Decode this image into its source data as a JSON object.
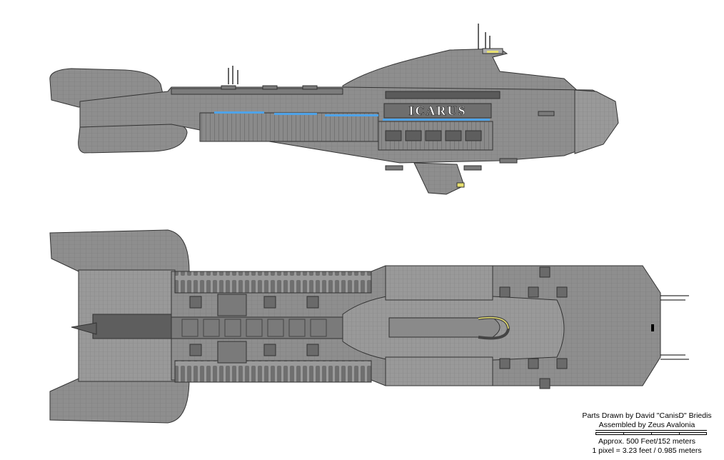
{
  "ship": {
    "name": "ICARUS",
    "hull_color": "#8c8c8c",
    "panel_color": "#a8a8a8",
    "dark_color": "#5e5e5e",
    "window_color": "#4fa3e8",
    "light_color": "#e8e070"
  },
  "credits": {
    "parts": "Parts Drawn by David \"CanisD\" Briedis",
    "assembled": "Assembled by Zeus Avalonia",
    "length": "Approx. 500 Feet/152 meters",
    "scale": "1 pixel = 3.23 feet / 0.985 meters"
  }
}
